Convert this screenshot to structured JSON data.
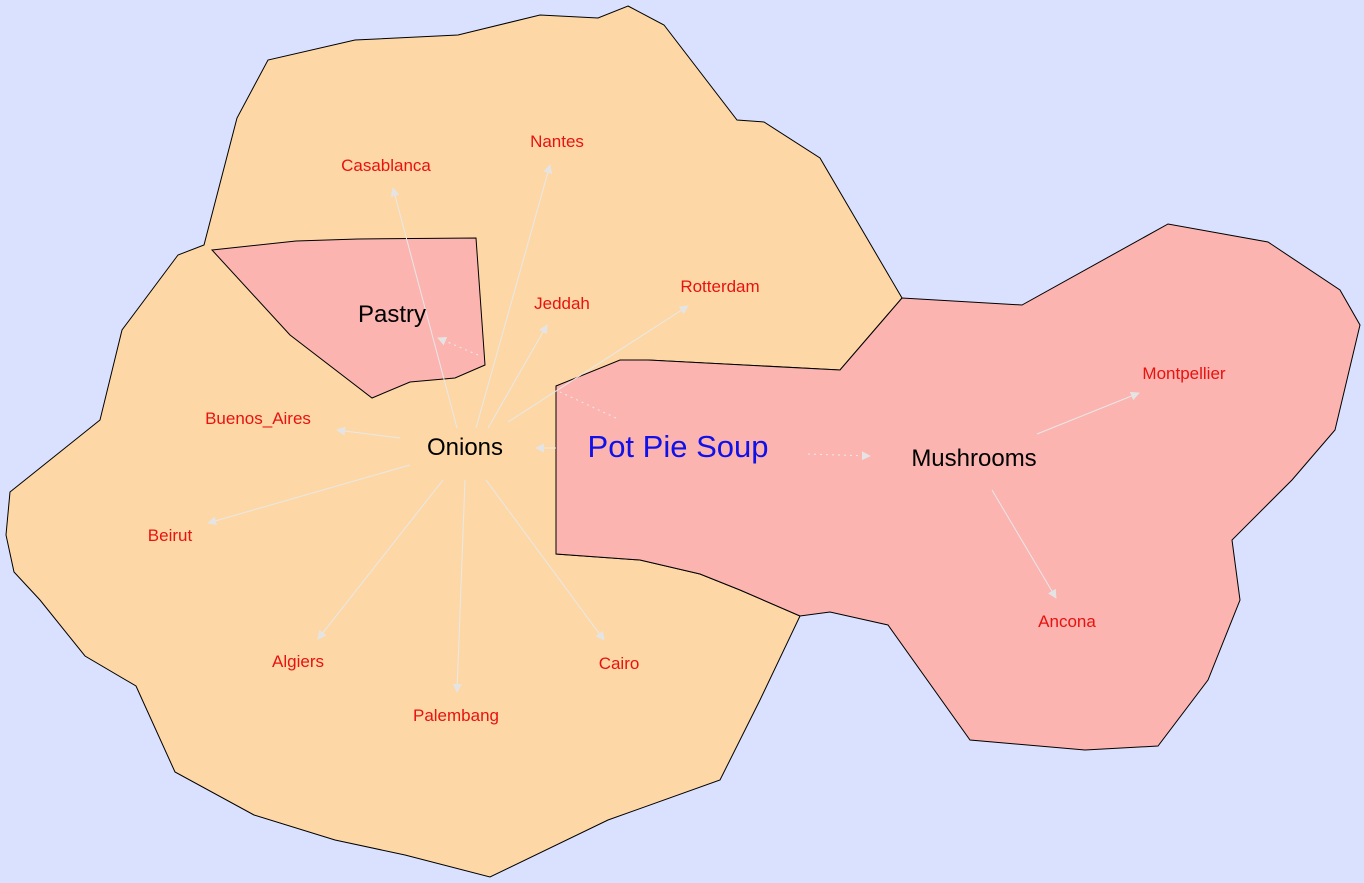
{
  "colors": {
    "background": "#dae1ff",
    "onions_region": "#fdd8a6",
    "pink_region": "#fbb4b0",
    "city_label": "#e8120f",
    "root_label": "#1010e8",
    "edge": "#e8e8e8"
  },
  "root": {
    "label": "Pot Pie Soup"
  },
  "groups": {
    "onions": {
      "label": "Onions"
    },
    "pastry": {
      "label": "Pastry"
    },
    "mushrooms": {
      "label": "Mushrooms"
    }
  },
  "cities": {
    "casablanca": "Casablanca",
    "nantes": "Nantes",
    "jeddah": "Jeddah",
    "rotterdam": "Rotterdam",
    "buenos_aires": "Buenos_Aires",
    "beirut": "Beirut",
    "algiers": "Algiers",
    "palembang": "Palembang",
    "cairo": "Cairo",
    "montpellier": "Montpellier",
    "ancona": "Ancona"
  }
}
